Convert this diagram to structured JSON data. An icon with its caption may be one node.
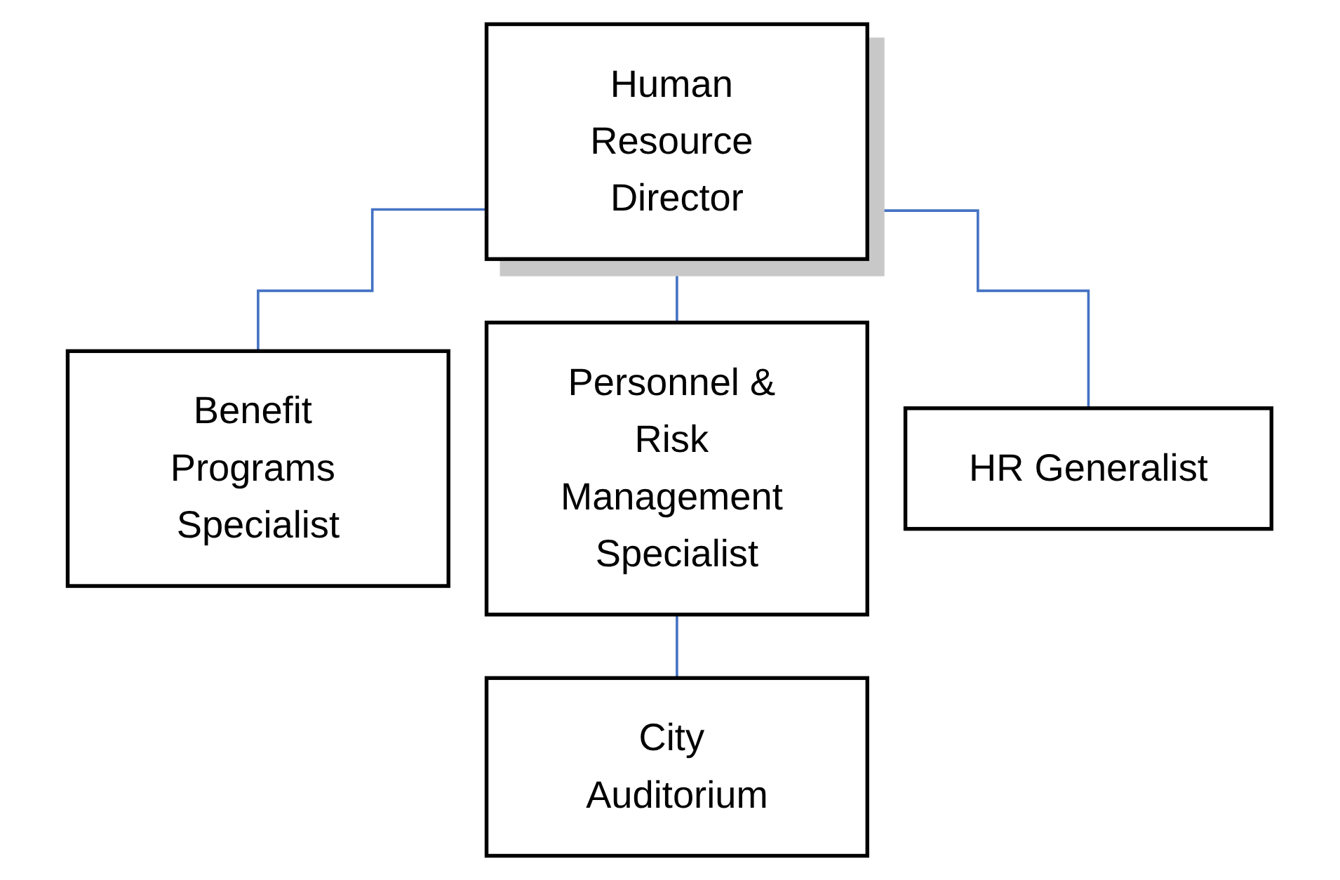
{
  "diagram": {
    "nodes": [
      {
        "text": [
          "Human Resource Director"
        ]
      },
      {
        "text": [
          "Benefit Programs Specialist"
        ]
      },
      {
        "text": [
          "Personnel & Risk Management Specialist"
        ]
      },
      {
        "text": [
          "HR Generalist"
        ]
      },
      {
        "text": [
          "City Auditorium"
        ]
      }
    ],
    "edges": [
      {
        "from": 0,
        "to": 1,
        "arrow": "none"
      },
      {
        "from": 0,
        "to": 2,
        "arrow": "none"
      },
      {
        "from": 0,
        "to": 3,
        "arrow": "none"
      },
      {
        "from": 2,
        "to": 4,
        "arrow": "none"
      }
    ]
  }
}
